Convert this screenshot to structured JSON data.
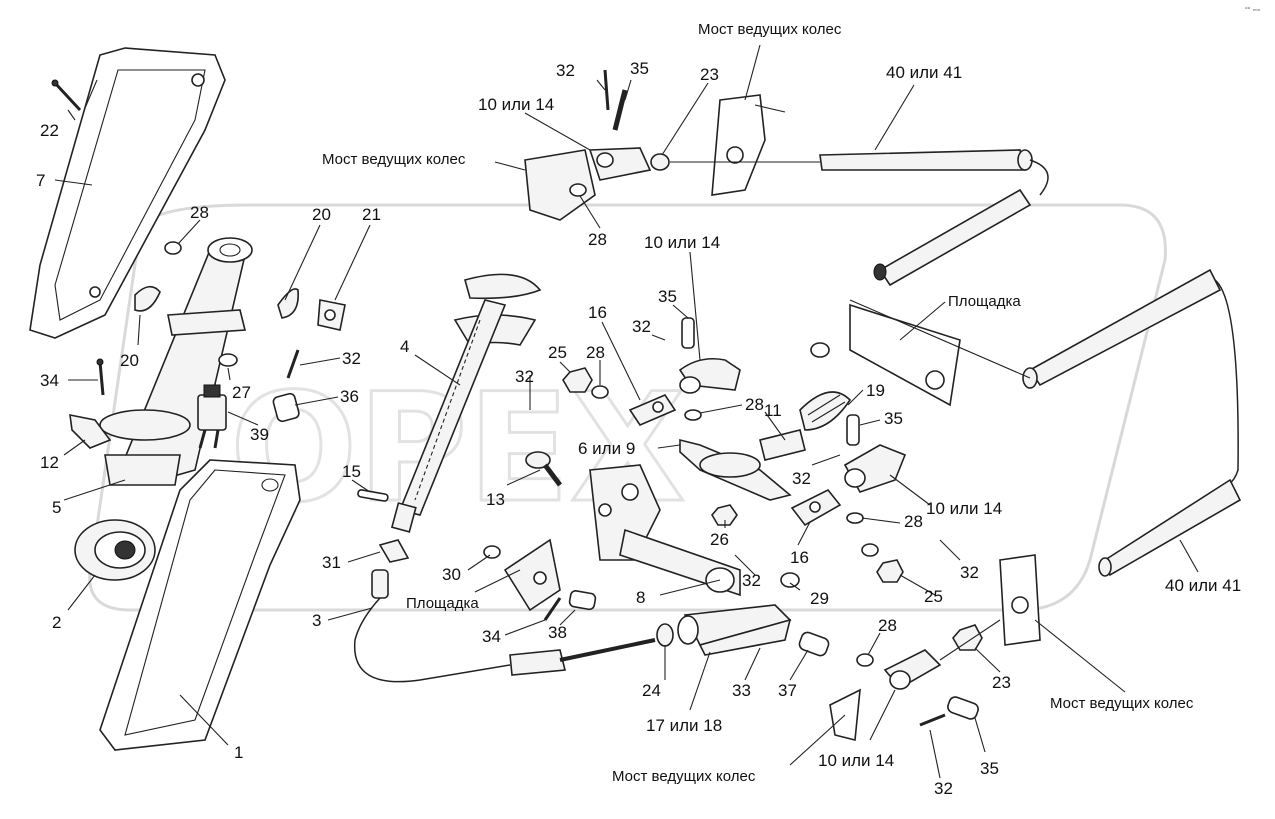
{
  "corner_mark": "°° ▫▫▫",
  "callouts": [
    {
      "id": "c22",
      "text": "22"
    },
    {
      "id": "c7",
      "text": "7"
    },
    {
      "id": "c28a",
      "text": "28"
    },
    {
      "id": "c20a",
      "text": "20"
    },
    {
      "id": "c21",
      "text": "21"
    },
    {
      "id": "c20b",
      "text": "20"
    },
    {
      "id": "c34a",
      "text": "34"
    },
    {
      "id": "c27",
      "text": "27"
    },
    {
      "id": "c32a",
      "text": "32"
    },
    {
      "id": "c36",
      "text": "36"
    },
    {
      "id": "c39",
      "text": "39"
    },
    {
      "id": "c12",
      "text": "12"
    },
    {
      "id": "c5",
      "text": "5"
    },
    {
      "id": "c2",
      "text": "2"
    },
    {
      "id": "c1",
      "text": "1"
    },
    {
      "id": "c4",
      "text": "4"
    },
    {
      "id": "c15",
      "text": "15"
    },
    {
      "id": "c31",
      "text": "31"
    },
    {
      "id": "c3",
      "text": "3"
    },
    {
      "id": "c32b",
      "text": "32"
    },
    {
      "id": "c35a",
      "text": "35"
    },
    {
      "id": "c10a",
      "text": "10 или 14"
    },
    {
      "id": "c23a",
      "text": "23"
    },
    {
      "id": "c28b",
      "text": "28"
    },
    {
      "id": "c40a",
      "text": "40 или 41"
    },
    {
      "id": "c10b",
      "text": "10 или 14"
    },
    {
      "id": "c35b",
      "text": "35"
    },
    {
      "id": "c16a",
      "text": "16"
    },
    {
      "id": "c32c",
      "text": "32"
    },
    {
      "id": "c25a",
      "text": "25"
    },
    {
      "id": "c28c",
      "text": "28"
    },
    {
      "id": "c32d",
      "text": "32"
    },
    {
      "id": "c28d",
      "text": "28"
    },
    {
      "id": "c11",
      "text": "11"
    },
    {
      "id": "c19",
      "text": "19"
    },
    {
      "id": "c35c",
      "text": "35"
    },
    {
      "id": "c69",
      "text": "6 или 9"
    },
    {
      "id": "c13",
      "text": "13"
    },
    {
      "id": "c32e",
      "text": "32"
    },
    {
      "id": "c10c",
      "text": "10 или 14"
    },
    {
      "id": "c26",
      "text": "26"
    },
    {
      "id": "c16b",
      "text": "16"
    },
    {
      "id": "c28e",
      "text": "28"
    },
    {
      "id": "c32f",
      "text": "32"
    },
    {
      "id": "c25b",
      "text": "25"
    },
    {
      "id": "c30",
      "text": "30"
    },
    {
      "id": "c32g",
      "text": "32"
    },
    {
      "id": "c29",
      "text": "29"
    },
    {
      "id": "c8",
      "text": "8"
    },
    {
      "id": "c34b",
      "text": "34"
    },
    {
      "id": "c38",
      "text": "38"
    },
    {
      "id": "c24",
      "text": "24"
    },
    {
      "id": "c33",
      "text": "33"
    },
    {
      "id": "c37",
      "text": "37"
    },
    {
      "id": "c1718",
      "text": "17 или 18"
    },
    {
      "id": "c28f",
      "text": "28"
    },
    {
      "id": "c23b",
      "text": "23"
    },
    {
      "id": "c40b",
      "text": "40 или 41"
    },
    {
      "id": "c10d",
      "text": "10 или 14"
    },
    {
      "id": "c32h",
      "text": "32"
    },
    {
      "id": "c35d",
      "text": "35"
    }
  ],
  "titles": [
    {
      "id": "t1",
      "text": "Мост ведущих колес"
    },
    {
      "id": "t2",
      "text": "Мост ведущих колес"
    },
    {
      "id": "t3",
      "text": "Площадка"
    },
    {
      "id": "t4",
      "text": "Площадка"
    },
    {
      "id": "t5",
      "text": "Мост ведущих колес"
    },
    {
      "id": "t6",
      "text": "Мост ведущих колес"
    }
  ]
}
